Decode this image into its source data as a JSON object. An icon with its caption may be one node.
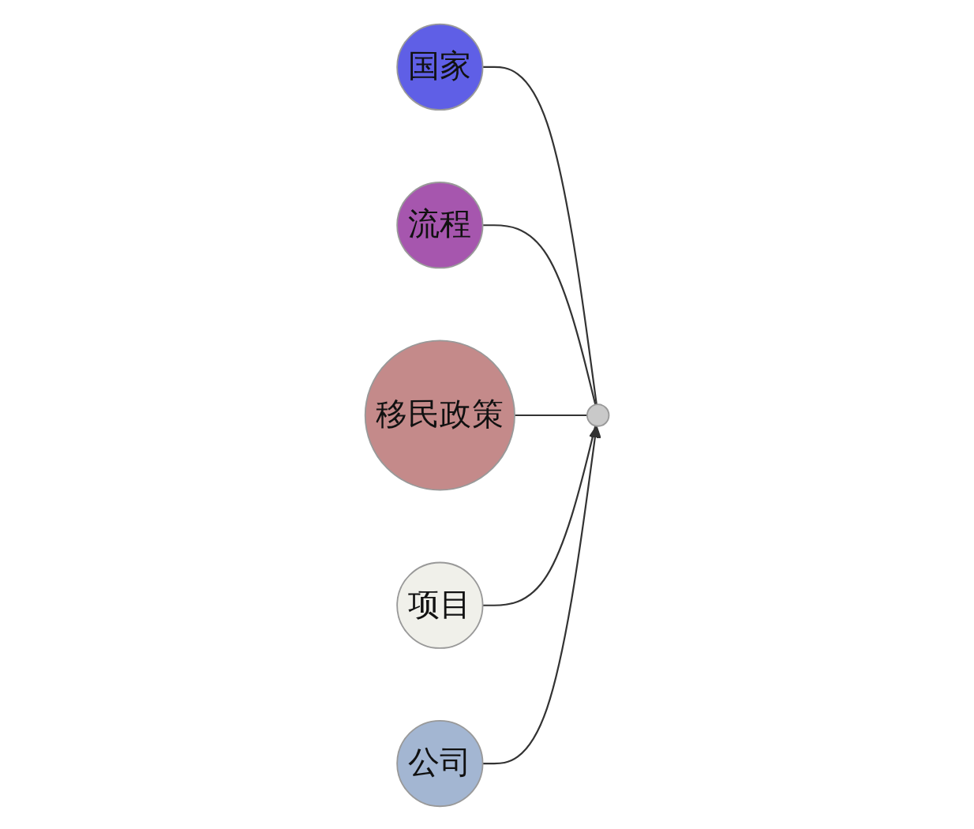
{
  "diagram": {
    "nodes": [
      {
        "text": [
          "国家"
        ]
      },
      {
        "text": [
          "流程"
        ]
      },
      {
        "text": [
          "移民政策"
        ]
      },
      {
        "text": [],
        "shape": "circle"
      },
      {
        "text": [
          "项目"
        ]
      },
      {
        "text": [
          "公司"
        ]
      }
    ],
    "edges": [
      {
        "from": 0,
        "to": 3,
        "arrow": "none"
      },
      {
        "from": 1,
        "to": 3,
        "arrow": "none"
      },
      {
        "from": 2,
        "to": 3,
        "arrow": "none"
      },
      {
        "from": 4,
        "to": 3,
        "arrow": "none"
      },
      {
        "from": 5,
        "to": 3,
        "arrow": "to"
      }
    ]
  }
}
